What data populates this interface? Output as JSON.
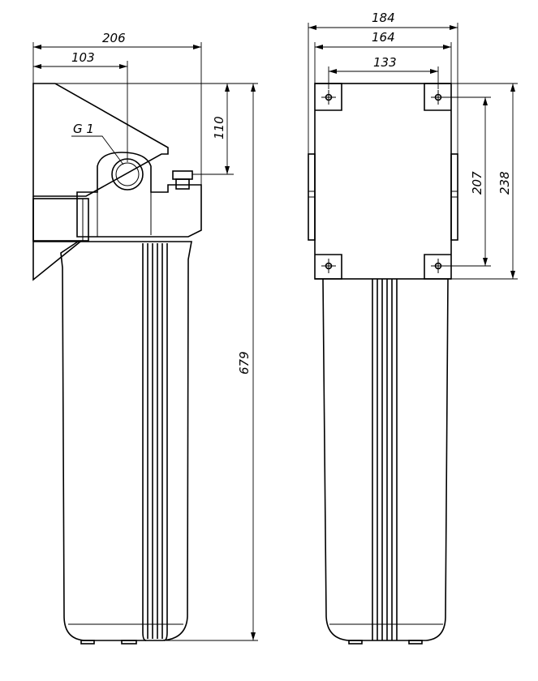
{
  "drawing": {
    "thread_label": "G 1",
    "side_view": {
      "width_overall": "206",
      "width_to_axis": "103",
      "inlet_height": "110",
      "total_height": "679"
    },
    "front_view": {
      "bracket_width": "184",
      "bracket_inner_width": "164",
      "hole_spacing_horizontal": "133",
      "hole_spacing_vertical": "207",
      "bracket_height": "238"
    }
  }
}
